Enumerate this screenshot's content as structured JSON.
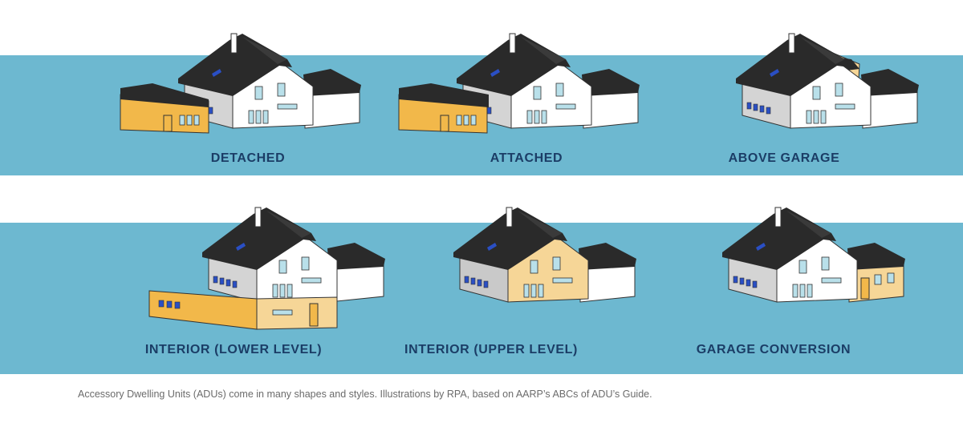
{
  "colors": {
    "band": "#6db8d0",
    "roof": "#2a2a2a",
    "wall_white": "#ffffff",
    "wall_gray": "#d4d4d4",
    "adu_orange": "#f2b84a",
    "adu_light": "#f6d697",
    "window": "#b9e0ea",
    "skylight": "#2a4fc4",
    "label_text": "#1b3d66",
    "caption_text": "#6b6b6b"
  },
  "panels": [
    {
      "label": "DETACHED",
      "adu": "detached"
    },
    {
      "label": "ATTACHED",
      "adu": "attached"
    },
    {
      "label": "ABOVE GARAGE",
      "adu": "above-garage"
    },
    {
      "label": "INTERIOR (LOWER LEVEL)",
      "adu": "lower-level"
    },
    {
      "label": "INTERIOR (UPPER LEVEL)",
      "adu": "upper-level"
    },
    {
      "label": "GARAGE CONVERSION",
      "adu": "garage-conversion"
    }
  ],
  "caption": "Accessory Dwelling Units (ADUs) come in many shapes and styles. Illustrations by RPA, based on AARP’s ABCs of ADU’s Guide."
}
